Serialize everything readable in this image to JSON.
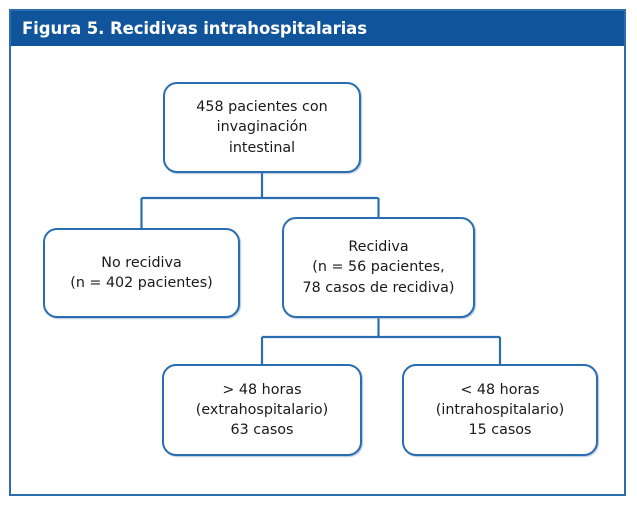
{
  "figure": {
    "title": "Figura 5. Recidivas intrahospitalarias",
    "header_color": "#10549b",
    "border_color": "#2a6db0",
    "background_color": "#ffffff"
  },
  "chart_data": {
    "type": "diagram",
    "subtype": "flowchart",
    "title": "Figura 5. Recidivas intrahospitalarias",
    "orientation": "top-down tree",
    "nodes": [
      {
        "id": "root",
        "text": "458 pacientes con\ninvaginación\nintestinal",
        "level": 0,
        "value": 458,
        "unit": "pacientes"
      },
      {
        "id": "no-relapse",
        "text": "No recidiva\n(n = 402 pacientes)",
        "level": 1,
        "value": 402,
        "unit": "pacientes"
      },
      {
        "id": "relapse",
        "text": "Recidiva\n(n = 56 pacientes,\n78 casos de recidiva)",
        "level": 1,
        "value": 56,
        "cases": 78,
        "unit": "pacientes"
      },
      {
        "id": "extrahospitalario",
        "text": "> 48 horas\n(extrahospitalario)\n63 casos",
        "level": 2,
        "value": 63,
        "unit": "casos"
      },
      {
        "id": "intrahospitalario",
        "text": "< 48 horas\n(intrahospitalario)\n15 casos",
        "level": 2,
        "value": 15,
        "unit": "casos"
      }
    ],
    "edges": [
      {
        "from": "root",
        "to": "no-relapse"
      },
      {
        "from": "root",
        "to": "relapse"
      },
      {
        "from": "relapse",
        "to": "extrahospitalario"
      },
      {
        "from": "relapse",
        "to": "intrahospitalario"
      }
    ]
  }
}
